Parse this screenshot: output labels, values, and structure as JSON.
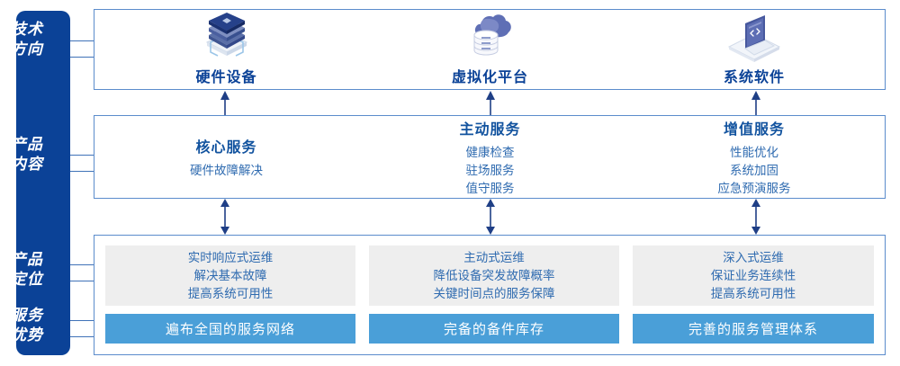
{
  "colors": {
    "sidebar_bg": "#0b4297",
    "panel_border": "#5b8ccc",
    "title_blue": "#12539f",
    "body_blue": "#2f6bb0",
    "grey_card": "#eeeeee",
    "blue_bar": "#4a9fd8",
    "arrow": "#1f3f86"
  },
  "sidebar": {
    "items": [
      {
        "id": "tech-direction",
        "line1": "技术",
        "line2": "方向"
      },
      {
        "id": "product-content",
        "line1": "产品",
        "line2": "内容"
      },
      {
        "id": "product-position",
        "line1": "产品",
        "line2": "定位"
      },
      {
        "id": "service-advantage",
        "line1": "服务",
        "line2": "优势"
      }
    ]
  },
  "tech_row": {
    "columns": [
      {
        "icon": "server-stack-icon",
        "label": "硬件设备"
      },
      {
        "icon": "cloud-database-icon",
        "label": "虚拟化平台"
      },
      {
        "icon": "laptop-code-icon",
        "label": "系统软件"
      }
    ]
  },
  "content_row": {
    "columns": [
      {
        "title": "核心服务",
        "lines": [
          "硬件故障解决"
        ]
      },
      {
        "title": "主动服务",
        "lines": [
          "健康检查",
          "驻场服务",
          "值守服务"
        ]
      },
      {
        "title": "增值服务",
        "lines": [
          "性能优化",
          "系统加固",
          "应急预演服务"
        ]
      }
    ]
  },
  "bottom_row": {
    "cards": [
      {
        "lines": [
          "实时响应式运维",
          "解决基本故障",
          "提高系统可用性"
        ],
        "bar": "遍布全国的服务网络"
      },
      {
        "lines": [
          "主动式运维",
          "降低设备突发故障概率",
          "关键时间点的服务保障"
        ],
        "bar": "完备的备件库存"
      },
      {
        "lines": [
          "深入式运维",
          "保证业务连续性",
          "提高系统可用性"
        ],
        "bar": "完善的服务管理体系"
      }
    ]
  },
  "connectors": {
    "tech_to_content": "up-arrow",
    "content_to_bottom": "double-arrow"
  }
}
